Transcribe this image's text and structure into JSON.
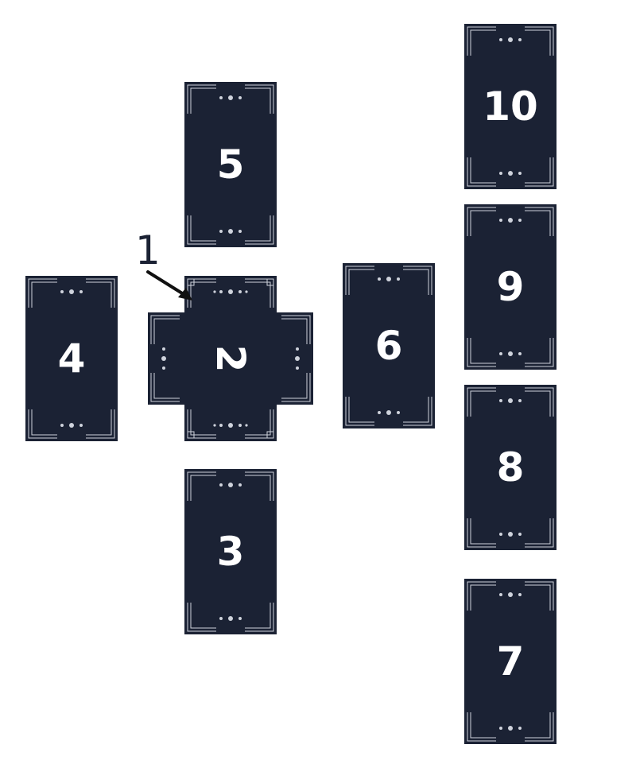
{
  "cards": [
    {
      "id": "card-1",
      "number": ""
    },
    {
      "id": "card-2",
      "number": "2"
    },
    {
      "id": "card-3",
      "number": "3"
    },
    {
      "id": "card-4",
      "number": "4"
    },
    {
      "id": "card-5",
      "number": "5"
    },
    {
      "id": "card-6",
      "number": "6"
    },
    {
      "id": "card-7",
      "number": "7"
    },
    {
      "id": "card-8",
      "number": "8"
    },
    {
      "id": "card-9",
      "number": "9"
    },
    {
      "id": "card-10",
      "number": "10"
    }
  ],
  "pointer_label": "1",
  "colors": {
    "card": "#1b2234",
    "ornament": "#cfd3dc",
    "text": "#ffffff",
    "background": "#ffffff"
  }
}
